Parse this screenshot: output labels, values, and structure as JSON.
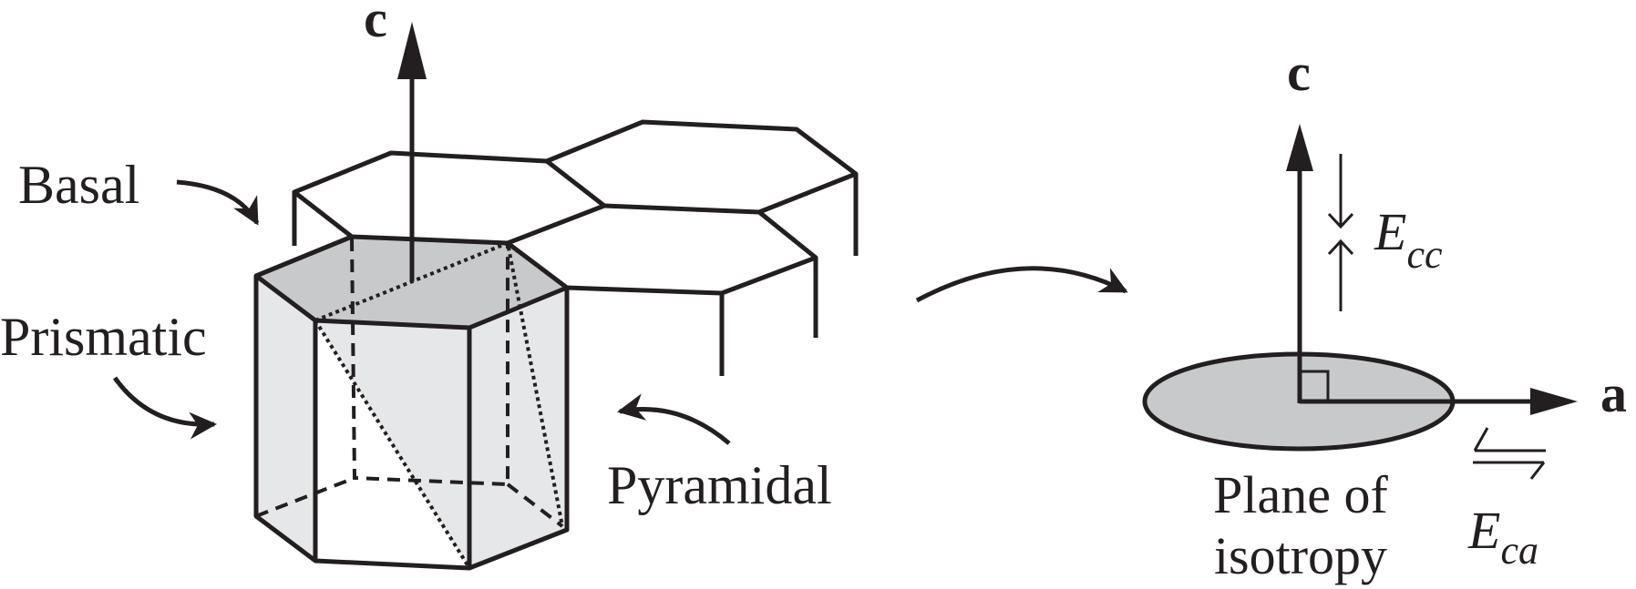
{
  "left": {
    "axis_label": "c",
    "labels": {
      "basal": "Basal",
      "prismatic": "Prismatic",
      "pyramidal": "Pyramidal"
    }
  },
  "right": {
    "axis_c": "c",
    "axis_a": "a",
    "e_cc": {
      "main": "E",
      "sub": "cc"
    },
    "e_ca": {
      "main": "E",
      "sub": "ca"
    },
    "plane_line1": "Plane of",
    "plane_line2": "isotropy"
  },
  "colors": {
    "ink": "#231f20",
    "top_face": "#c8c9cb",
    "side_face": "#e6e7e9",
    "plane": "#c8c9cb"
  }
}
